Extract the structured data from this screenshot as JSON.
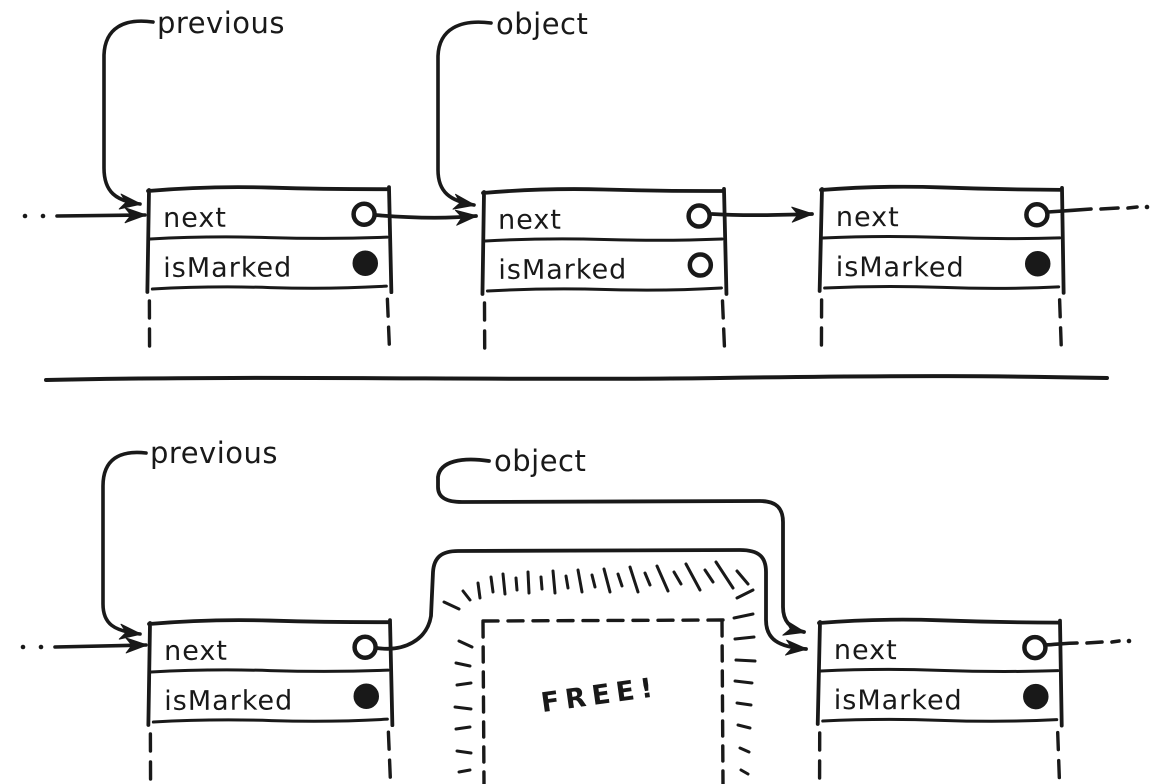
{
  "colors": {
    "ink": "#191919",
    "paper": "#ffffff"
  },
  "top_diagram": {
    "previous_label": "previous",
    "object_label": "object",
    "nodes": [
      {
        "next_label": "next",
        "is_marked_label": "isMarked",
        "is_marked": true,
        "mark_fill": "#191919"
      },
      {
        "next_label": "next",
        "is_marked_label": "isMarked",
        "is_marked": false,
        "mark_fill": "#ffffff"
      },
      {
        "next_label": "next",
        "is_marked_label": "isMarked",
        "is_marked": true,
        "mark_fill": "#191919"
      }
    ]
  },
  "bottom_diagram": {
    "previous_label": "previous",
    "object_label": "object",
    "free_label": "FREE!",
    "nodes": [
      {
        "next_label": "next",
        "is_marked_label": "isMarked",
        "is_marked": true,
        "mark_fill": "#191919"
      },
      {
        "next_label": "next",
        "is_marked_label": "isMarked",
        "is_marked": true,
        "mark_fill": "#191919"
      }
    ]
  }
}
